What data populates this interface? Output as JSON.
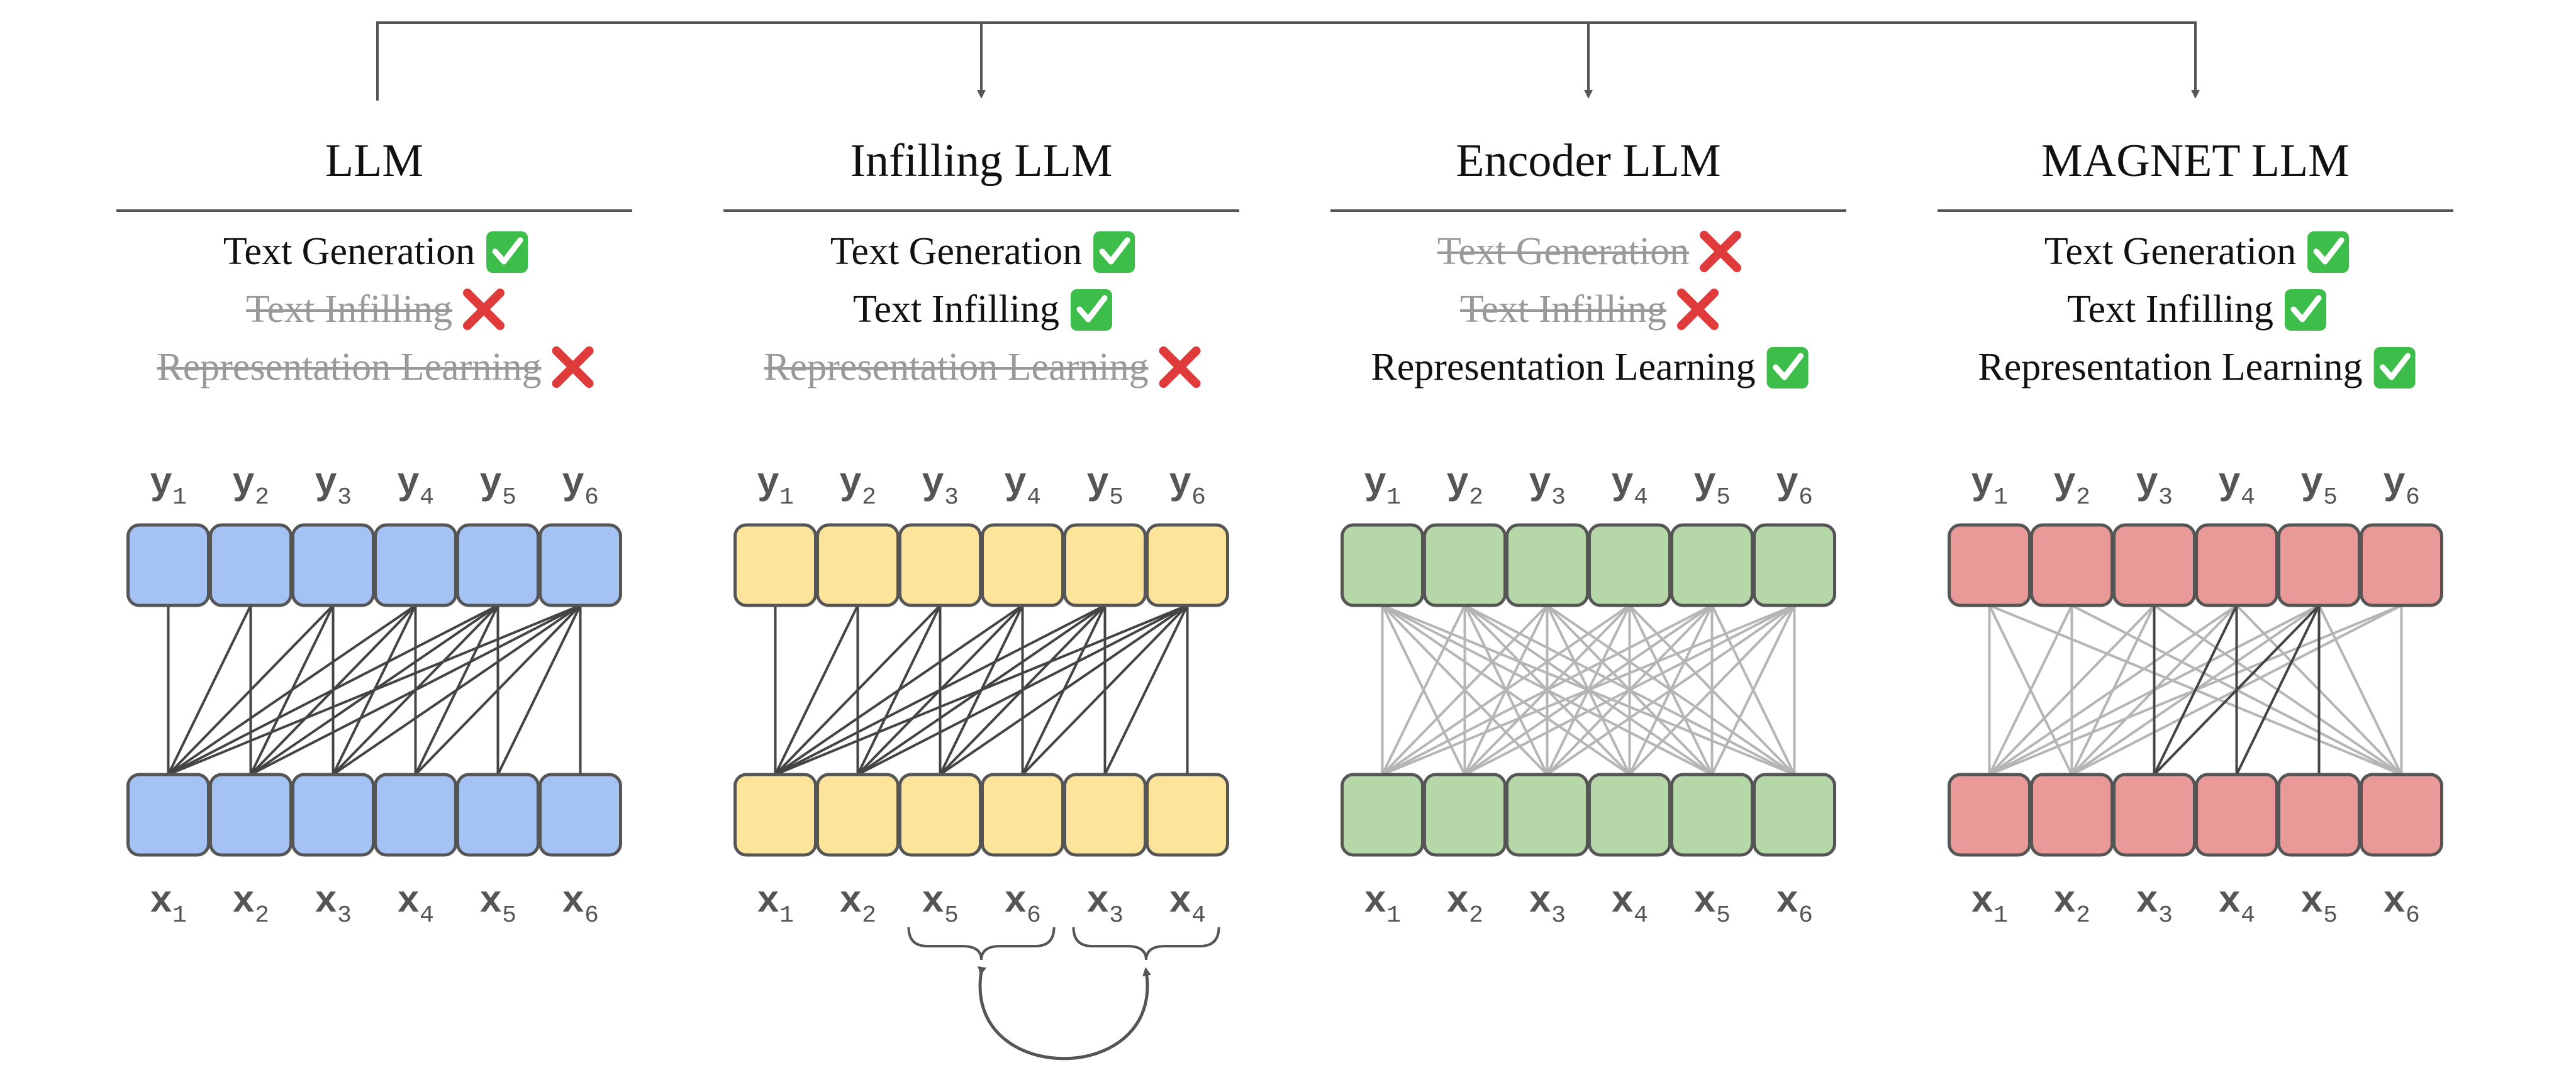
{
  "panels": [
    {
      "id": "llm",
      "title": "LLM",
      "color": "#a4c2f4",
      "capabilities": [
        {
          "label": "Text Generation",
          "enabled": true
        },
        {
          "label": "Text Infilling",
          "enabled": false
        },
        {
          "label": "Representation Learning",
          "enabled": false
        }
      ],
      "y_tokens": [
        "y1",
        "y2",
        "y3",
        "y4",
        "y5",
        "y6"
      ],
      "x_tokens": [
        "x1",
        "x2",
        "x3",
        "x4",
        "x5",
        "x6"
      ],
      "dark_edges": [
        [
          0,
          0
        ],
        [
          1,
          0
        ],
        [
          1,
          1
        ],
        [
          2,
          0
        ],
        [
          2,
          1
        ],
        [
          2,
          2
        ],
        [
          3,
          0
        ],
        [
          3,
          1
        ],
        [
          3,
          2
        ],
        [
          3,
          3
        ],
        [
          4,
          0
        ],
        [
          4,
          1
        ],
        [
          4,
          2
        ],
        [
          4,
          3
        ],
        [
          4,
          4
        ],
        [
          5,
          0
        ],
        [
          5,
          1
        ],
        [
          5,
          2
        ],
        [
          5,
          3
        ],
        [
          5,
          4
        ],
        [
          5,
          5
        ]
      ],
      "light_edges": []
    },
    {
      "id": "infilling",
      "title": "Infilling LLM",
      "color": "#fde49b",
      "capabilities": [
        {
          "label": "Text Generation",
          "enabled": true
        },
        {
          "label": "Text Infilling",
          "enabled": true
        },
        {
          "label": "Representation Learning",
          "enabled": false
        }
      ],
      "y_tokens": [
        "y1",
        "y2",
        "y3",
        "y4",
        "y5",
        "y6"
      ],
      "x_tokens": [
        "x1",
        "x2",
        "x5",
        "x6",
        "x3",
        "x4"
      ],
      "dark_edges": [
        [
          0,
          0
        ],
        [
          1,
          0
        ],
        [
          1,
          1
        ],
        [
          2,
          0
        ],
        [
          2,
          1
        ],
        [
          2,
          2
        ],
        [
          3,
          0
        ],
        [
          3,
          1
        ],
        [
          3,
          2
        ],
        [
          3,
          3
        ],
        [
          4,
          0
        ],
        [
          4,
          1
        ],
        [
          4,
          2
        ],
        [
          4,
          3
        ],
        [
          4,
          4
        ],
        [
          5,
          0
        ],
        [
          5,
          1
        ],
        [
          5,
          2
        ],
        [
          5,
          3
        ],
        [
          5,
          4
        ],
        [
          5,
          5
        ]
      ],
      "light_edges": [],
      "swap_arrow": true
    },
    {
      "id": "encoder",
      "title": "Encoder LLM",
      "color": "#b6d7a8",
      "capabilities": [
        {
          "label": "Text Generation",
          "enabled": false
        },
        {
          "label": "Text Infilling",
          "enabled": false
        },
        {
          "label": "Representation Learning",
          "enabled": true
        }
      ],
      "y_tokens": [
        "y1",
        "y2",
        "y3",
        "y4",
        "y5",
        "y6"
      ],
      "x_tokens": [
        "x1",
        "x2",
        "x3",
        "x4",
        "x5",
        "x6"
      ],
      "dark_edges": [],
      "light_edges": "all"
    },
    {
      "id": "magnet",
      "title": "MAGNET LLM",
      "color": "#ea9999",
      "capabilities": [
        {
          "label": "Text Generation",
          "enabled": true
        },
        {
          "label": "Text Infilling",
          "enabled": true
        },
        {
          "label": "Representation Learning",
          "enabled": true
        }
      ],
      "y_tokens": [
        "y1",
        "y2",
        "y3",
        "y4",
        "y5",
        "y6"
      ],
      "x_tokens": [
        "x1",
        "x2",
        "x3",
        "x4",
        "x5",
        "x6"
      ],
      "dark_edges": [
        [
          2,
          2
        ],
        [
          3,
          2
        ],
        [
          3,
          3
        ],
        [
          4,
          2
        ],
        [
          4,
          3
        ],
        [
          4,
          4
        ]
      ],
      "light_edges": [
        [
          0,
          0
        ],
        [
          0,
          1
        ],
        [
          0,
          5
        ],
        [
          1,
          0
        ],
        [
          1,
          1
        ],
        [
          1,
          5
        ],
        [
          2,
          0
        ],
        [
          2,
          1
        ],
        [
          2,
          5
        ],
        [
          3,
          0
        ],
        [
          3,
          1
        ],
        [
          3,
          5
        ],
        [
          4,
          0
        ],
        [
          4,
          1
        ],
        [
          4,
          5
        ],
        [
          5,
          0
        ],
        [
          5,
          1
        ],
        [
          5,
          5
        ]
      ]
    }
  ],
  "colors": {
    "dark_edge": "#444444",
    "light_edge": "#b5b5b5",
    "box_stroke": "#555555",
    "check": "#3dbe4b",
    "cross": "#e03b3b",
    "connector": "#555555"
  }
}
